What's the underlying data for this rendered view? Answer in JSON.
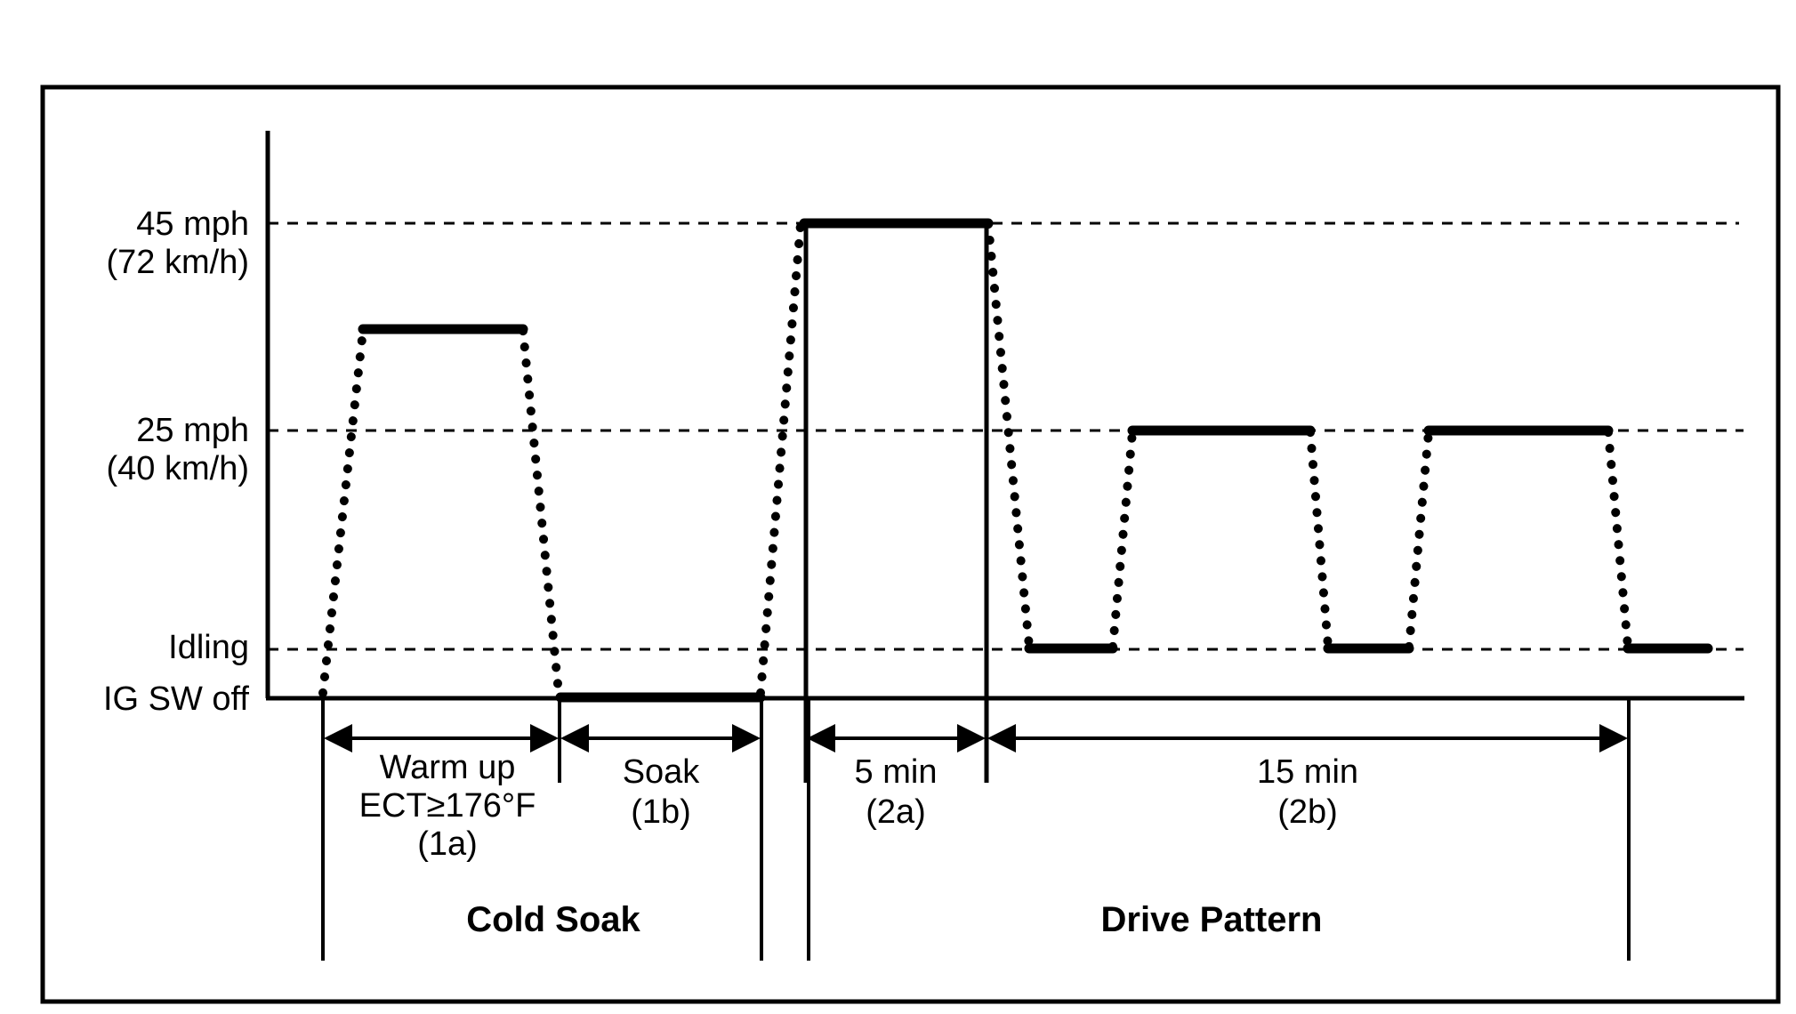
{
  "y_axis_labels": {
    "speed_high": "45 mph",
    "speed_high_metric": "(72 km/h)",
    "speed_mid": "25 mph",
    "speed_mid_metric": "(40 km/h)",
    "idling": "Idling",
    "ig_off": "IG SW off"
  },
  "phases": {
    "p1a": {
      "line1": "Warm up",
      "line2": "ECT≥176°F",
      "line3": "(1a)"
    },
    "p1b": {
      "line1": "Soak",
      "line2": "(1b)"
    },
    "p2a": {
      "line1": "5 min",
      "line2": "(2a)"
    },
    "p2b": {
      "line1": "15 min",
      "line2": "(2b)"
    }
  },
  "groups": {
    "cold_soak": "Cold Soak",
    "drive_pattern": "Drive Pattern"
  },
  "colors": {
    "ink": "#000000",
    "background": "#ffffff"
  }
}
